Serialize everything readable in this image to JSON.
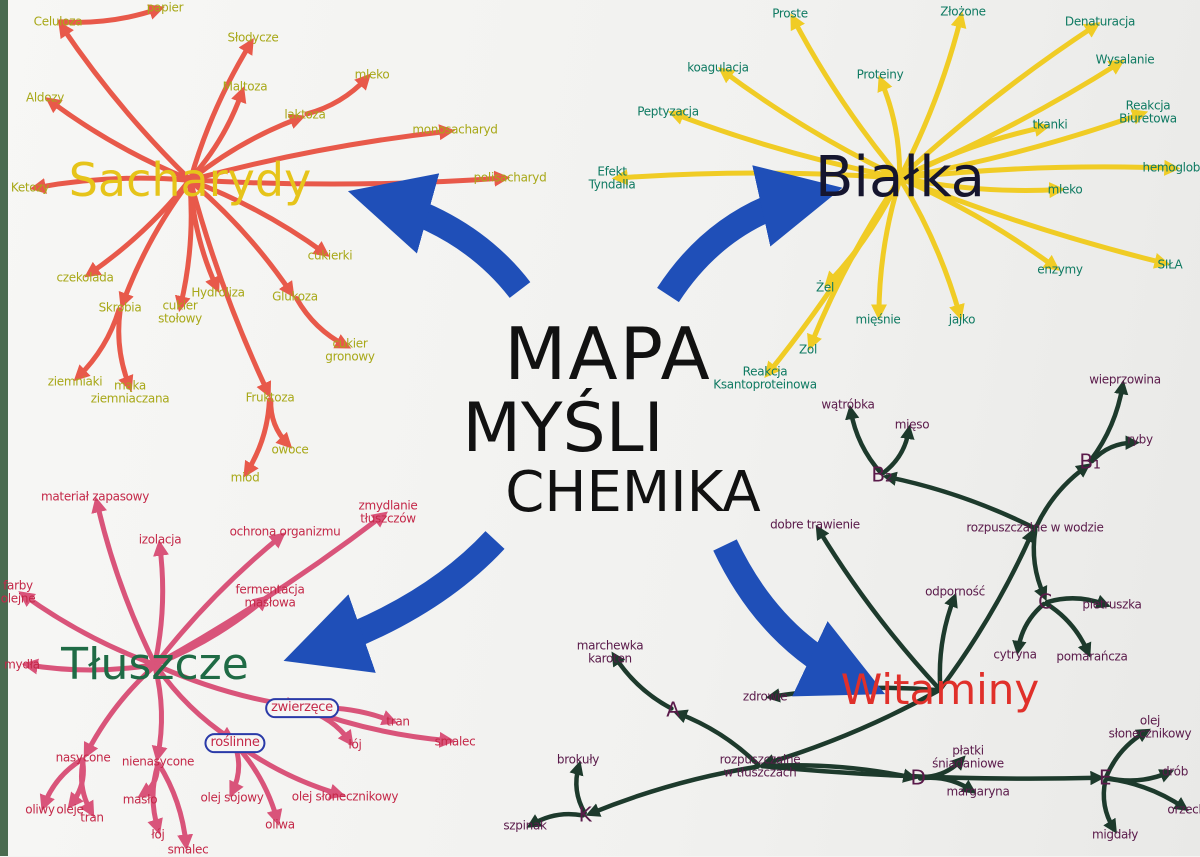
{
  "title": {
    "line1": "MAPA",
    "line2": "MYŚLI",
    "line3": "CHEMIKA"
  },
  "colors": {
    "big_arrows": "#1f4fb8",
    "title": "#111111"
  },
  "branches": [
    {
      "title": "Sacharydy",
      "title_color": "#e6c41a",
      "arrow_color": "#e8594a",
      "label_color": "#a8a818",
      "items": [
        {
          "label": "Celuloza"
        },
        {
          "label": "papier",
          "from": 0
        },
        {
          "label": "Słodycze"
        },
        {
          "label": "Maltoza"
        },
        {
          "label": "laktoza"
        },
        {
          "label": "mleko",
          "from": 4
        },
        {
          "label": "monosacharyd"
        },
        {
          "label": "polisacharyd"
        },
        {
          "label": "Aldozy"
        },
        {
          "label": "Ketozy"
        },
        {
          "label": "czekolada"
        },
        {
          "label": "Skrobia"
        },
        {
          "label": "ziemniaki",
          "from": 11
        },
        {
          "label": "mąka\nziemniaczana",
          "from": 11
        },
        {
          "label": "cukier\nstołowy"
        },
        {
          "label": "Hydroliza"
        },
        {
          "label": "Glukoza"
        },
        {
          "label": "cukier\ngronowy",
          "from": 16
        },
        {
          "label": "cukierki"
        },
        {
          "label": "Fruktoza"
        },
        {
          "label": "miód",
          "from": 19
        },
        {
          "label": "owoce",
          "from": 19
        }
      ]
    },
    {
      "title": "Białka",
      "title_color": "#15152e",
      "arrow_color": "#f0cc25",
      "label_color": "#0f7a62",
      "items": [
        {
          "label": "Proste"
        },
        {
          "label": "Złożone"
        },
        {
          "label": "Denaturacja"
        },
        {
          "label": "Wysalanie"
        },
        {
          "label": "koagulacja"
        },
        {
          "label": "Proteiny"
        },
        {
          "label": "Peptyzacja"
        },
        {
          "label": "Reakcja\nBiuretowa"
        },
        {
          "label": "tkanki"
        },
        {
          "label": "Efekt\nTyndalla"
        },
        {
          "label": "hemoglobina"
        },
        {
          "label": "mleko"
        },
        {
          "label": "enzymy"
        },
        {
          "label": "SIŁA"
        },
        {
          "label": "Żel"
        },
        {
          "label": "mięśnie"
        },
        {
          "label": "jajko"
        },
        {
          "label": "Zol"
        },
        {
          "label": "Reakcja\nKsantoproteinowa"
        }
      ]
    },
    {
      "title": "Tłuszcze",
      "title_color": "#1f6b45",
      "arrow_color": "#d9547a",
      "label_color": "#c42848",
      "items": [
        {
          "label": "materiał zapasowy"
        },
        {
          "label": "izolacja"
        },
        {
          "label": "ochrona organizmu"
        },
        {
          "label": "zmydlanie\ntłuszczów"
        },
        {
          "label": "farby\nolejne"
        },
        {
          "label": "fermentacja\nmasłowa"
        },
        {
          "label": "mydła"
        },
        {
          "label": "zwierzęce",
          "boxed": true
        },
        {
          "label": "tran",
          "from": 7
        },
        {
          "label": "smalec",
          "from": 7
        },
        {
          "label": "łój",
          "from": 7
        },
        {
          "label": "roślinne",
          "boxed": true
        },
        {
          "label": "olej sojowy",
          "from": 11
        },
        {
          "label": "olej słonecznikowy",
          "from": 11
        },
        {
          "label": "oliwa",
          "from": 11
        },
        {
          "label": "nasycone"
        },
        {
          "label": "nienasycone"
        },
        {
          "label": "oliwy",
          "from": 15
        },
        {
          "label": "oleje",
          "from": 15
        },
        {
          "label": "tran",
          "from": 15
        },
        {
          "label": "masło",
          "from": 16
        },
        {
          "label": "łój",
          "from": 16
        },
        {
          "label": "smalec",
          "from": 16
        }
      ]
    },
    {
      "title": "Witaminy",
      "title_color": "#e0302a",
      "arrow_color": "#1d3a2c",
      "label_color": "#5a1a4a",
      "items": [
        {
          "label": "dobre trawienie"
        },
        {
          "label": "rozpuszczalne w wodzie"
        },
        {
          "label": "odporność"
        },
        {
          "label": "zdrowie"
        },
        {
          "label": "rozpuszczalne\nw tłuszczach"
        },
        {
          "label": "B₂",
          "from": 1,
          "vitamin": true
        },
        {
          "label": "wątróbka",
          "from": 5
        },
        {
          "label": "mięso",
          "from": 5
        },
        {
          "label": "B₁",
          "from": 1,
          "vitamin": true
        },
        {
          "label": "wieprzowina",
          "from": 8
        },
        {
          "label": "ryby",
          "from": 8
        },
        {
          "label": "C",
          "from": 1,
          "vitamin": true
        },
        {
          "label": "pietruszka",
          "from": 11
        },
        {
          "label": "cytryna",
          "from": 11
        },
        {
          "label": "pomarańcza",
          "from": 11
        },
        {
          "label": "A",
          "from": 4,
          "vitamin": true
        },
        {
          "label": "marchewka\nkaroten",
          "from": 15
        },
        {
          "label": "K",
          "from": 4,
          "vitamin": true
        },
        {
          "label": "brokuły",
          "from": 17
        },
        {
          "label": "szpinak",
          "from": 17
        },
        {
          "label": "D",
          "from": 4,
          "vitamin": true
        },
        {
          "label": "płatki\nśniadaniowe",
          "from": 20
        },
        {
          "label": "margaryna",
          "from": 20
        },
        {
          "label": "E",
          "from": 4,
          "vitamin": true
        },
        {
          "label": "olej słonecznikowy",
          "from": 23
        },
        {
          "label": "drób",
          "from": 23
        },
        {
          "label": "orzechy",
          "from": 23
        },
        {
          "label": "migdały",
          "from": 23
        }
      ]
    }
  ]
}
